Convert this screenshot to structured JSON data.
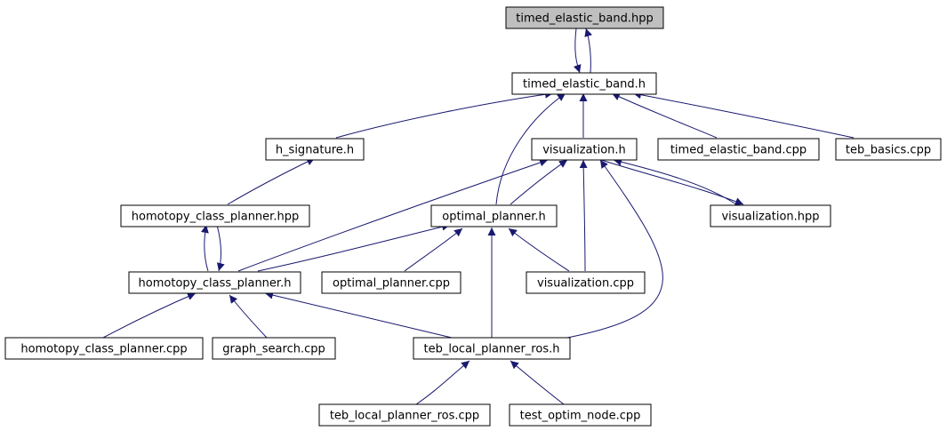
{
  "diagram": {
    "edge_color": "#191970",
    "root_fill": "#bfbfbf",
    "nodes": [
      {
        "id": "n0",
        "label": "timed_elastic_band.hpp"
      },
      {
        "id": "n1",
        "label": "timed_elastic_band.h"
      },
      {
        "id": "n2",
        "label": "h_signature.h"
      },
      {
        "id": "n3",
        "label": "visualization.h"
      },
      {
        "id": "n4",
        "label": "timed_elastic_band.cpp"
      },
      {
        "id": "n5",
        "label": "teb_basics.cpp"
      },
      {
        "id": "n6",
        "label": "homotopy_class_planner.hpp"
      },
      {
        "id": "n7",
        "label": "optimal_planner.h"
      },
      {
        "id": "n8",
        "label": "visualization.hpp"
      },
      {
        "id": "n9",
        "label": "homotopy_class_planner.h"
      },
      {
        "id": "n10",
        "label": "optimal_planner.cpp"
      },
      {
        "id": "n11",
        "label": "visualization.cpp"
      },
      {
        "id": "n12",
        "label": "homotopy_class_planner.cpp"
      },
      {
        "id": "n13",
        "label": "graph_search.cpp"
      },
      {
        "id": "n14",
        "label": "teb_local_planner_ros.h"
      },
      {
        "id": "n15",
        "label": "teb_local_planner_ros.cpp"
      },
      {
        "id": "n16",
        "label": "test_optim_node.cpp"
      }
    ],
    "edges": [
      {
        "from": "n0",
        "to": "n1"
      },
      {
        "from": "n1",
        "to": "n0"
      },
      {
        "from": "n2",
        "to": "n1"
      },
      {
        "from": "n3",
        "to": "n1"
      },
      {
        "from": "n4",
        "to": "n1"
      },
      {
        "from": "n5",
        "to": "n1"
      },
      {
        "from": "n7",
        "to": "n1"
      },
      {
        "from": "n6",
        "to": "n2"
      },
      {
        "from": "n9",
        "to": "n6"
      },
      {
        "from": "n6",
        "to": "n9"
      },
      {
        "from": "n7",
        "to": "n3"
      },
      {
        "from": "n8",
        "to": "n3"
      },
      {
        "from": "n3",
        "to": "n8"
      },
      {
        "from": "n9",
        "to": "n3"
      },
      {
        "from": "n11",
        "to": "n3"
      },
      {
        "from": "n14",
        "to": "n3"
      },
      {
        "from": "n9",
        "to": "n7"
      },
      {
        "from": "n10",
        "to": "n7"
      },
      {
        "from": "n11",
        "to": "n7"
      },
      {
        "from": "n14",
        "to": "n7"
      },
      {
        "from": "n12",
        "to": "n9"
      },
      {
        "from": "n13",
        "to": "n9"
      },
      {
        "from": "n14",
        "to": "n9"
      },
      {
        "from": "n15",
        "to": "n14"
      },
      {
        "from": "n16",
        "to": "n14"
      }
    ]
  }
}
